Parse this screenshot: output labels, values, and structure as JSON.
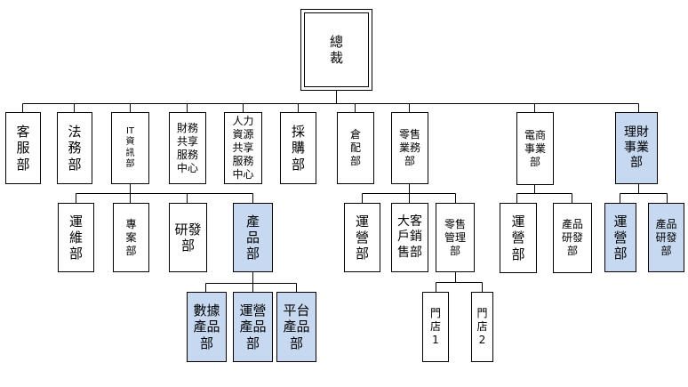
{
  "org": {
    "root": "總裁",
    "customer_service": "客服部",
    "legal": "法務部",
    "it": "IT資訊部",
    "finance_ssc": "財務共享服務中心",
    "hr_ssc": "人力資源共享服務中心",
    "procurement": "採購部",
    "warehouse": "倉配部",
    "retail": "零售業務部",
    "ecommerce": "電商事業部",
    "wealth": "理財事業部",
    "it_ops": "運維部",
    "it_project": "專案部",
    "it_rnd": "研發部",
    "it_product": "產品部",
    "prod_data": "數據產品部",
    "prod_ops": "運營產品部",
    "prod_platform": "平台產品部",
    "retail_ops": "運營部",
    "retail_key_sales": "大客戶銷售部",
    "retail_mgmt": "零售管理部",
    "store_1": "門店1",
    "store_2": "門店2",
    "ec_ops": "運營部",
    "ec_rnd": "產品研發部",
    "wealth_ops": "運營部",
    "wealth_rnd": "產品研發部"
  },
  "colors": {
    "highlight": "#c6d9f0",
    "line": "#000000"
  }
}
